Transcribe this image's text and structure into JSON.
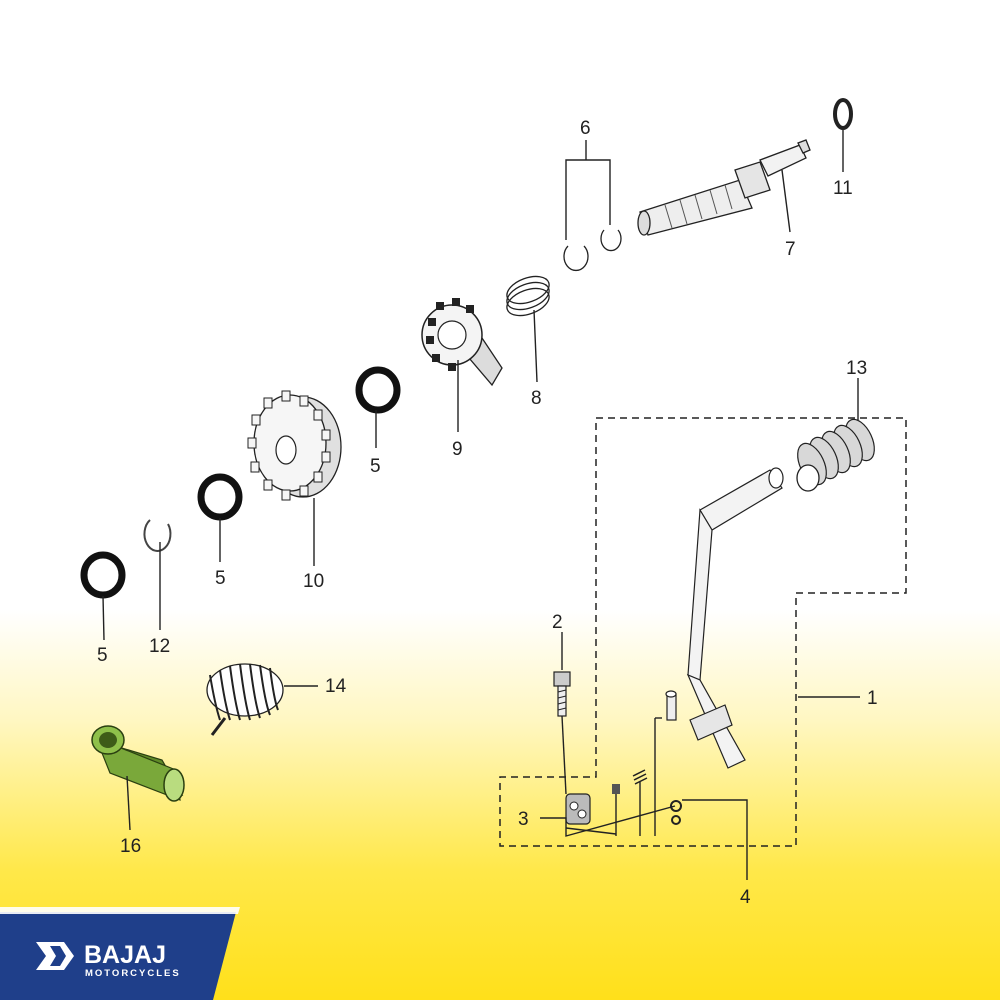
{
  "callouts": {
    "c1": "1",
    "c2": "2",
    "c3": "3",
    "c4": "4",
    "c5a": "5",
    "c5b": "5",
    "c5c": "5",
    "c6": "6",
    "c7": "7",
    "c8": "8",
    "c9": "9",
    "c10": "10",
    "c11": "11",
    "c12": "12",
    "c13": "13",
    "c14": "14",
    "c16": "16"
  },
  "logo": {
    "brand": "BAJAJ",
    "tagline": "MOTORCYCLES"
  },
  "colors": {
    "background_top": "#ffffff",
    "background_bottom": "#ffe01a",
    "highlight_part": "#7aa83a",
    "logo_badge": "#1f3f8a"
  }
}
